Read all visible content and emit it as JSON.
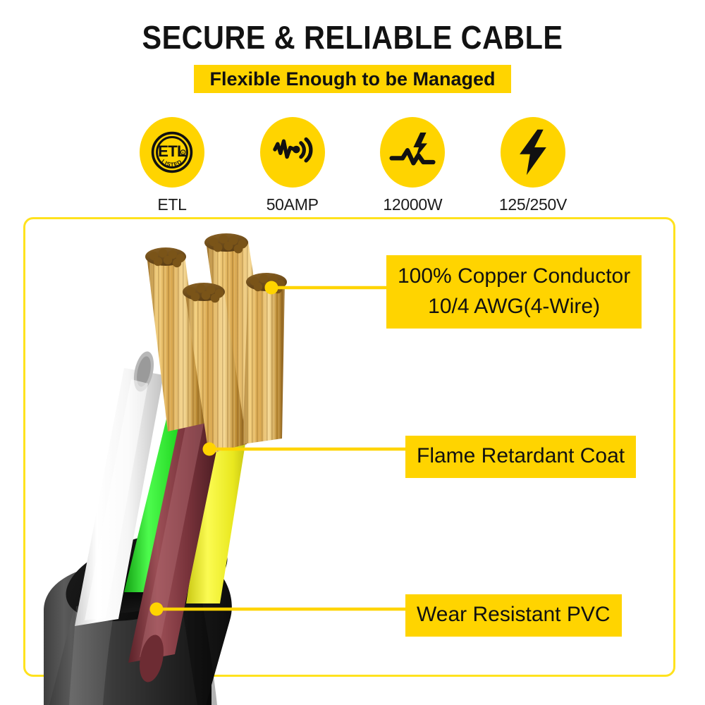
{
  "header": {
    "title": "SECURE & RELIABLE CABLE",
    "subtitle": "Flexible Enough to be Managed"
  },
  "badges": [
    {
      "label": "ETL",
      "icon": "etl-listed-icon",
      "icon_text_main": "ETL",
      "icon_text_sub": "LISTED"
    },
    {
      "label": "50AMP",
      "icon": "signal-wave-icon"
    },
    {
      "label": "12000W",
      "icon": "power-pulse-bolt-icon"
    },
    {
      "label": "125/250V",
      "icon": "lightning-bolt-icon"
    }
  ],
  "callouts": [
    {
      "id": "copper",
      "line1": "100% Copper Conductor",
      "line2": "10/4 AWG(4-Wire)"
    },
    {
      "id": "flame",
      "line1": "Flame Retardant Coat"
    },
    {
      "id": "pvc",
      "line1": "Wear Resistant PVC"
    }
  ],
  "product": {
    "name": "4-wire power cable cutaway",
    "jacket_color": "#2e2e2e",
    "conductor_color": "#d9a441",
    "wire_colors": [
      "#ffffff",
      "#22c522",
      "#7d2f35",
      "#e8e82a"
    ]
  },
  "colors": {
    "accent_yellow": "#FFD400",
    "frame_yellow": "#FFE21E",
    "text_dark": "#111111",
    "background": "#FFFFFF"
  }
}
